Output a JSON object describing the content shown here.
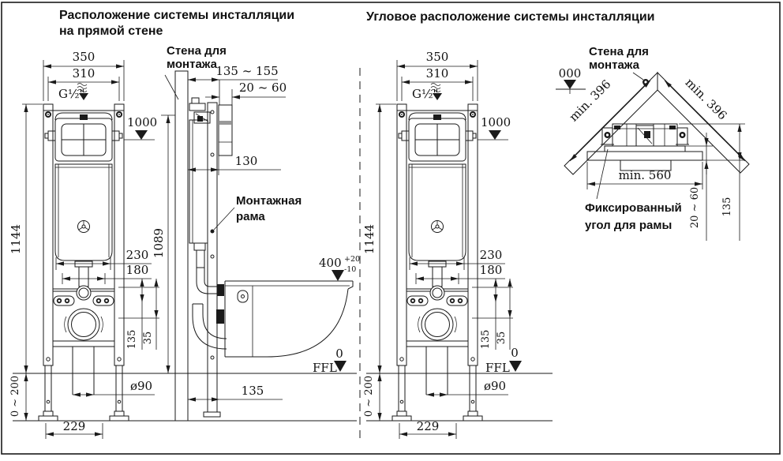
{
  "page": {
    "background": "#ffffff",
    "ink": "#1a1a1a"
  },
  "titles": {
    "left_line1": "Расположение  системы инсталляции",
    "left_line2": "на прямой  стене",
    "right": "Угловое расположение системы инсталляции"
  },
  "front_view": {
    "width_outer": "350",
    "width_inner": "310",
    "supply_thread": "G½\"",
    "level_1000": "1000",
    "total_height": "1144",
    "leg_adjust": "0 ~ 200",
    "drain_spacing": "230",
    "supply_spacing": "180",
    "dim_135": "135",
    "dim_35": "35",
    "drain_diameter": "ø90",
    "feet_spacing": "229"
  },
  "side_view": {
    "wall_label_line1": "Стена для",
    "wall_label_line2": "монтажа",
    "frame_depth_range": "135 ~ 155",
    "finish_thickness": "20 ~ 60",
    "cistern_depth": "130",
    "frame_label_line1": "Монтажная",
    "frame_label_line2": "рама",
    "height_1089": "1089",
    "seat_height": "400",
    "seat_tol_plus": "+20",
    "seat_tol_minus": "-10",
    "frame_offset": "135"
  },
  "ffl": {
    "label": "FFL",
    "zero": "0"
  },
  "corner_view": {
    "wall_label_line1": "Стена для",
    "wall_label_line2": "монтажа",
    "level_mark": "000",
    "wall_min_left": "min. 396",
    "wall_min_right": "min. 396",
    "base_min": "min. 560",
    "fixed_label_line1": "Фиксированный",
    "fixed_label_line2": "угол для рамы",
    "finish_thickness": "20 ~ 60",
    "dim_135": "135"
  }
}
